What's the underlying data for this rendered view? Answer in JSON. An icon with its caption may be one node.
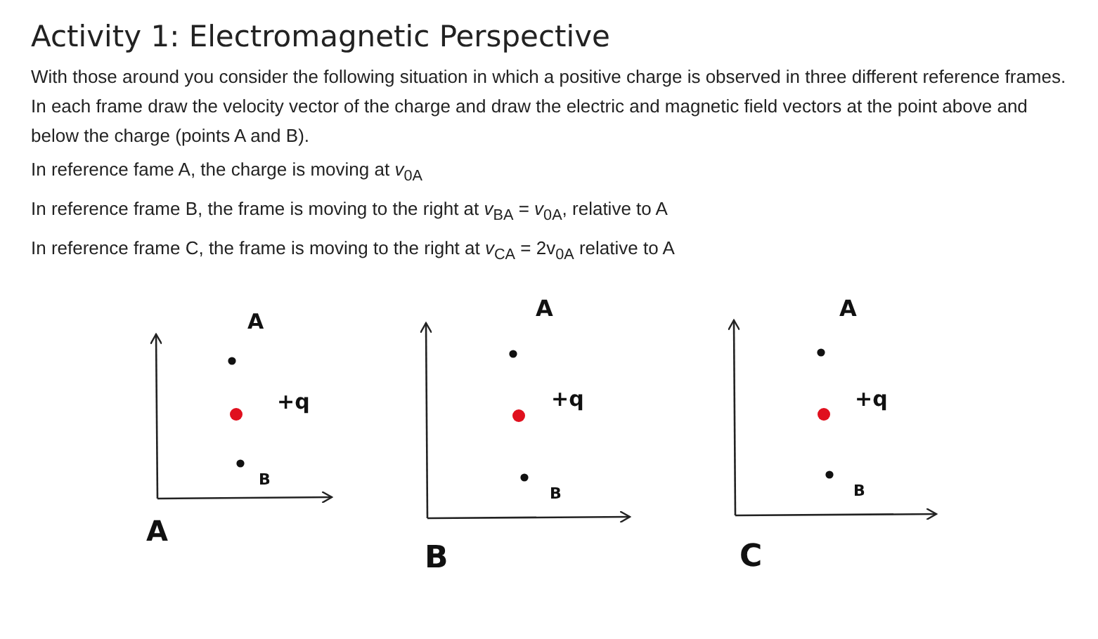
{
  "diagram": {
    "title": "Activity 1: Electromagnetic Perspective",
    "labels": [
      "With those around you consider the following situation in which a positive charge is observed in three different reference frames. In each frame draw the velocity vector of the charge and draw the electric and magnetic field vectors at the point above and below the charge (points A and B).",
      "In reference fame A, the charge is moving at *v*$_{0A}$",
      "In reference frame B, the frame is moving to the right at *v*$_{BA}$ = *v*$_{0A}$, relative to A",
      "In reference frame C, the frame is moving to the right at *v*$_{CA}$ = 2v$_{0A}$ relative to A",
      "A",
      "+q",
      "B",
      "A",
      "A",
      "+q",
      "B",
      "B",
      "A",
      "+q",
      "B",
      "C"
    ]
  }
}
